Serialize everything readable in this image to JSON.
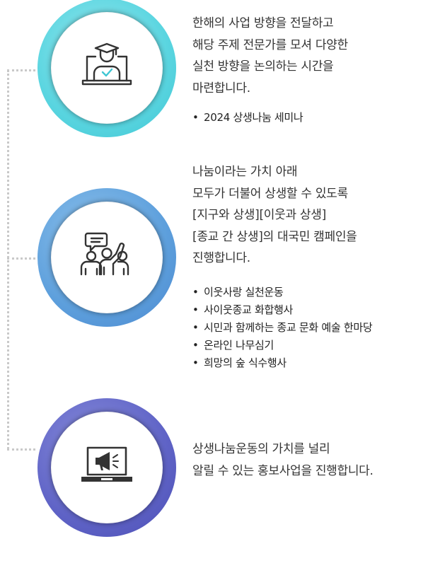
{
  "sections": [
    {
      "icon": "graduate-lecture-icon",
      "description": [
        "한해의 사업 방향을 전달하고",
        "해당 주제 전문가를 모셔 다양한",
        "실천 방향을 논의하는 시간을",
        "마련합니다."
      ],
      "items": [
        "2024 상생나눔 세미나"
      ]
    },
    {
      "icon": "people-speech-icon",
      "description": [
        "나눔이라는 가치 아래",
        "모두가 더불어 상생할 수 있도록",
        "[지구와 상생][이웃과 상생]",
        "[종교 간 상생]의 대국민 캠페인을",
        "진행합니다."
      ],
      "items": [
        "이웃사랑 실천운동",
        "사이웃종교 화합행사",
        "시민과 함께하는 종교 문화 예술 한마당",
        "온라인 나무심기",
        "희망의 숲 식수행사"
      ]
    },
    {
      "icon": "laptop-megaphone-icon",
      "description": [
        "상생나눔운동의 가치를 널리",
        "알릴 수 있는 홍보사업을 진행합니다."
      ],
      "items": []
    }
  ],
  "colors": {
    "ring1": "#5ad5e0",
    "ring2": "#5d9fdc",
    "ring3": "#5f63c6",
    "connector": "#c9c9c9",
    "icon_stroke": "#333333",
    "check_accent": "#3fc6d3"
  }
}
